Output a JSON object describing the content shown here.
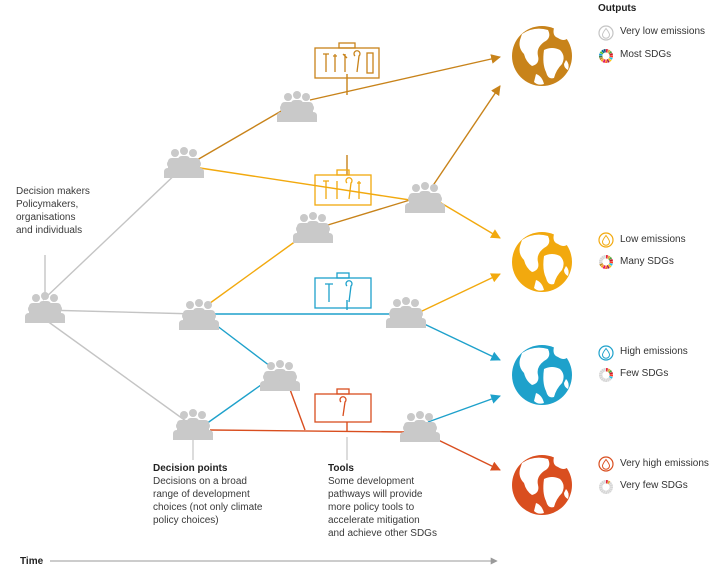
{
  "decision_makers": {
    "title": "Decision makers",
    "lines": [
      "Policymakers,",
      "organisations",
      "and individuals"
    ]
  },
  "decision_points": {
    "title": "Decision points",
    "lines": [
      "Decisions on a broad",
      "range of development",
      "choices (not only climate",
      "policy choices)"
    ]
  },
  "tools": {
    "title": "Tools",
    "lines": [
      "Some development",
      "pathways will provide",
      "more policy tools to",
      "accelerate mitigation",
      "and achieve other SDGs"
    ]
  },
  "time_label": "Time",
  "outputs": {
    "title": "Outputs",
    "items": [
      {
        "emissions": "Very low emissions",
        "sdgs": "Most SDGs",
        "color": "#C8831A"
      },
      {
        "emissions": "Low emissions",
        "sdgs": "Many SDGs",
        "color": "#F2A90E"
      },
      {
        "emissions": "High emissions",
        "sdgs": "Few SDGs",
        "color": "#1EA1CB"
      },
      {
        "emissions": "Very high emissions",
        "sdgs": "Very few SDGs",
        "color": "#D94E1F"
      }
    ]
  },
  "colors": {
    "grey": "#C4C4C4",
    "people": "#C9C9C9",
    "dark_orange": "#C8831A",
    "orange": "#F2A90E",
    "blue": "#1EA1CB",
    "red": "#D94E1F"
  }
}
